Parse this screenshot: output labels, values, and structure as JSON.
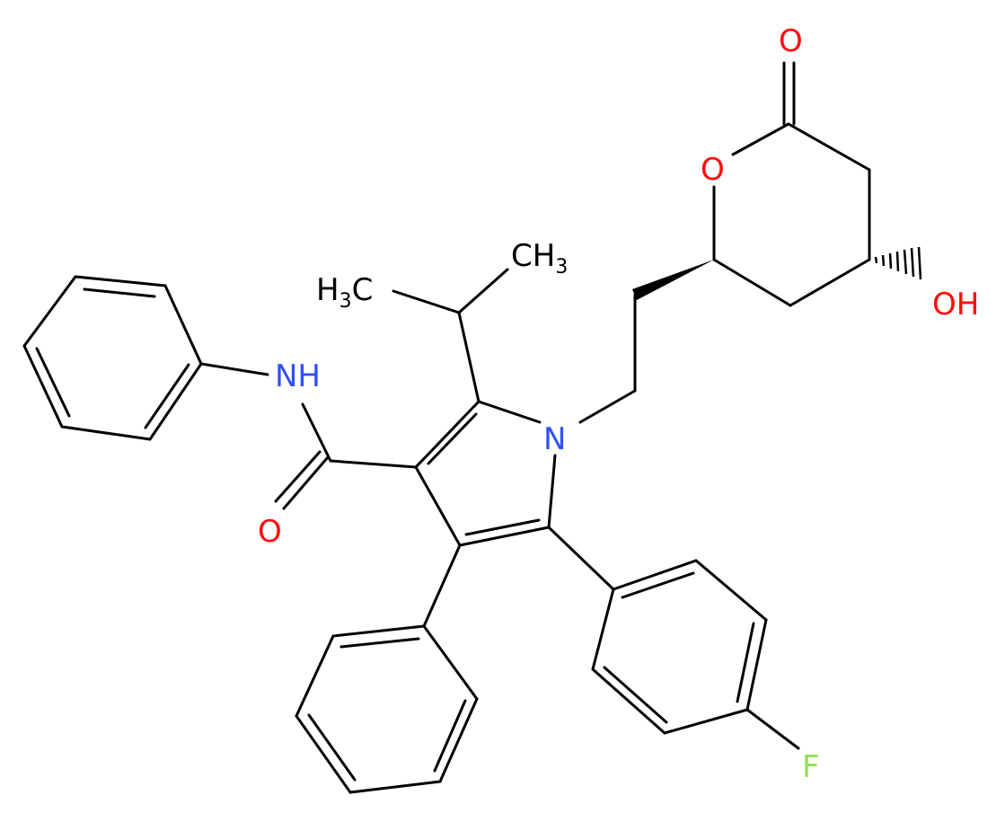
{
  "atom_labels": {
    "carbonyl_o_top": "O",
    "ring_o": "O",
    "hydroxyl": "OH",
    "methyl_right_c": "CH",
    "methyl_right_sub": "3",
    "methyl_left_h": "H",
    "methyl_left_sub": "3",
    "methyl_left_c": "C",
    "amide_nh": "NH",
    "pyrrole_n": "N",
    "amide_o": "O",
    "fluorine": "F"
  },
  "colors": {
    "bond": "#000000",
    "oxygen": "#ff0d0d",
    "nitrogen": "#3050f8",
    "fluorine": "#90e050",
    "carbon": "#000000"
  }
}
